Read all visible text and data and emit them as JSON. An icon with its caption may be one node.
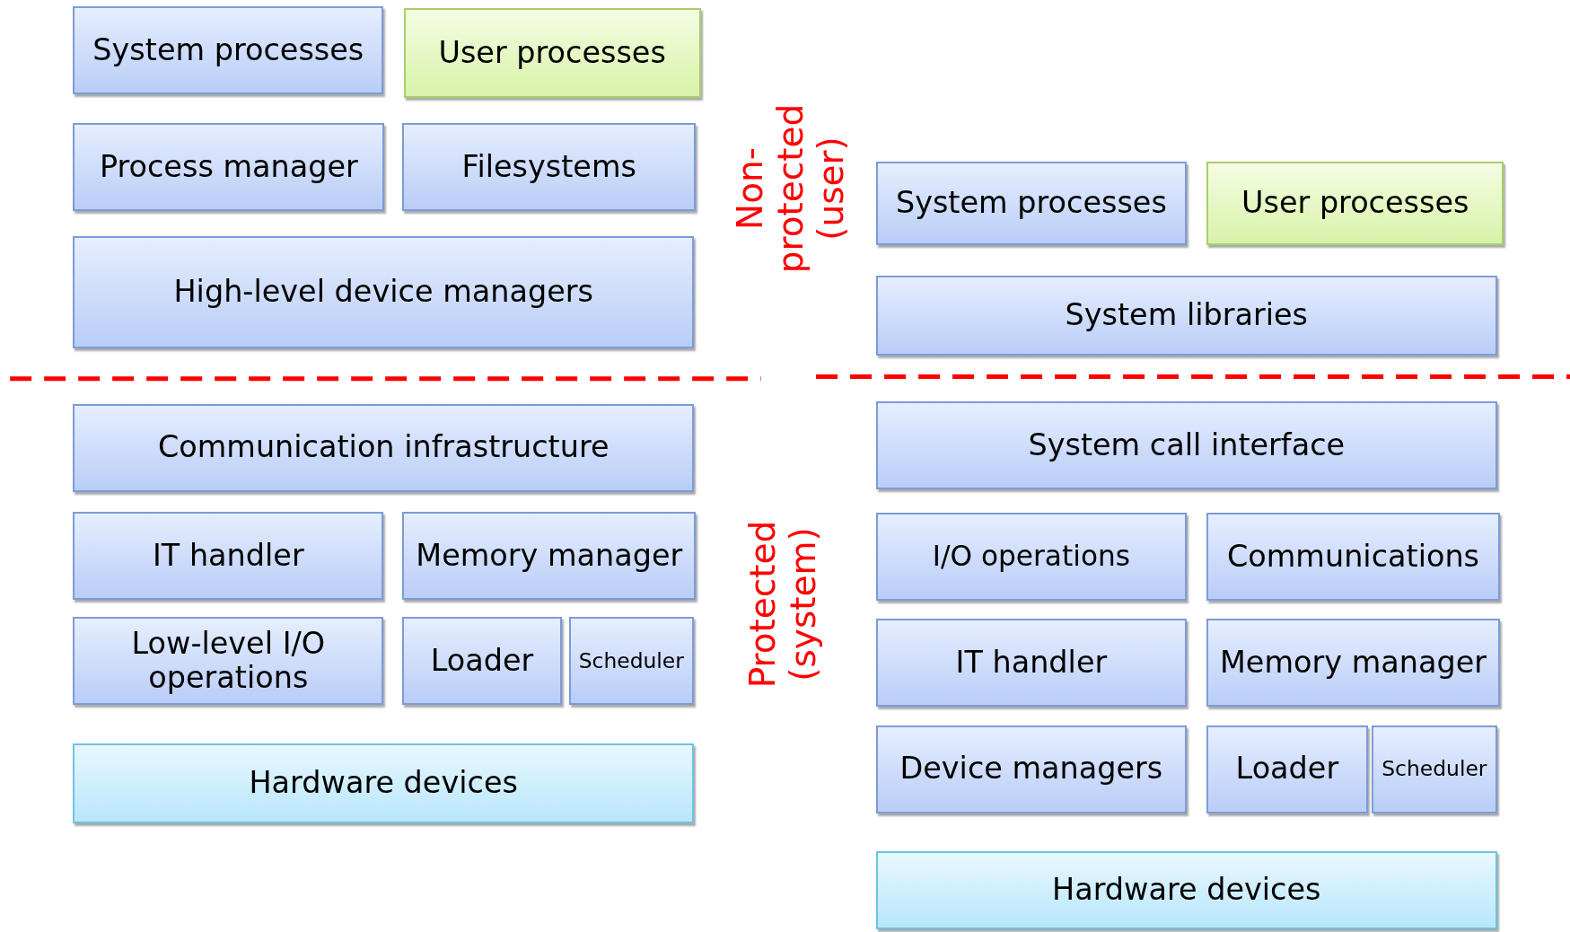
{
  "diagram": {
    "nodes": [
      {
        "text": [
          "System processes"
        ]
      },
      {
        "text": [
          "User processes"
        ]
      },
      {
        "text": [
          "Process manager"
        ]
      },
      {
        "text": [
          "Filesystems"
        ]
      },
      {
        "text": [
          "High-level device managers"
        ]
      },
      {
        "text": [
          "Communication infrastructure"
        ]
      },
      {
        "text": [
          "IT handler"
        ]
      },
      {
        "text": [
          "Memory manager"
        ]
      },
      {
        "text": [
          "Low-level I/O operations"
        ]
      },
      {
        "text": [
          "Loader"
        ]
      },
      {
        "text": [
          "Scheduler"
        ]
      },
      {
        "text": [
          "Hardware devices"
        ]
      },
      {
        "text": [
          "System processes"
        ]
      },
      {
        "text": [
          "User processes"
        ]
      },
      {
        "text": [
          "System libraries"
        ]
      },
      {
        "text": [
          "System call interface"
        ]
      },
      {
        "text": [
          "I/O operations"
        ]
      },
      {
        "text": [
          "Communications"
        ]
      },
      {
        "text": [
          "IT handler"
        ]
      },
      {
        "text": [
          "Memory manager"
        ]
      },
      {
        "text": [
          "Device managers"
        ]
      },
      {
        "text": [
          "Loader"
        ]
      },
      {
        "text": [
          "Scheduler"
        ]
      },
      {
        "text": [
          "Hardware devices"
        ]
      }
    ],
    "edges": [],
    "labels": [
      "Non-protected (user)",
      "Protected (system)"
    ]
  }
}
